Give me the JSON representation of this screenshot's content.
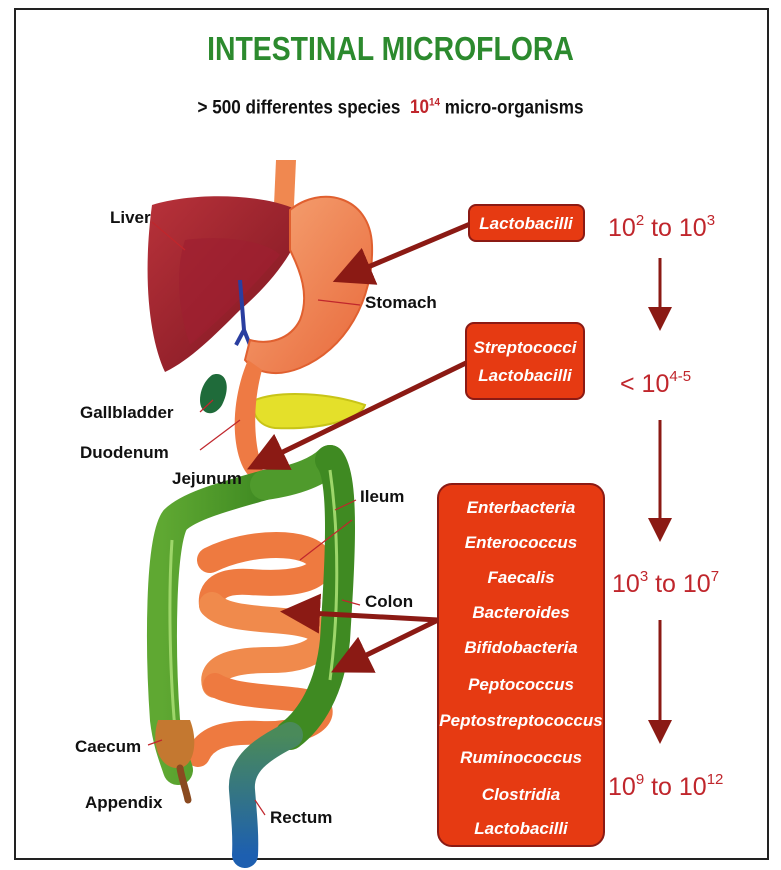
{
  "title": "INTESTINAL MICROFLORA",
  "subtitle": {
    "species": "> 500 differentes species",
    "count_base": "10",
    "count_exp": "14",
    "count_suffix": "micro-organisms"
  },
  "organs": {
    "liver": "Liver",
    "stomach": "Stomach",
    "gallbladder": "Gallbladder",
    "duodenum": "Duodenum",
    "jejunum": "Jejunum",
    "ileum": "Ileum",
    "colon": "Colon",
    "caecum": "Caecum",
    "appendix": "Appendix",
    "rectum": "Rectum"
  },
  "boxes": {
    "stomach": [
      "Lactobacilli"
    ],
    "jejunum": [
      "Streptococci",
      "Lactobacilli"
    ],
    "colon": [
      "Enterbacteria",
      "Enterococcus",
      "Faecalis",
      "Bacteroides",
      "Bifidobacteria",
      "Peptococcus",
      "Peptostreptococcus",
      "Ruminococcus",
      "Clostridia",
      "Lactobacilli"
    ]
  },
  "concentrations": {
    "c1": {
      "a": "10",
      "a_exp": "2",
      "mid": " to ",
      "b": "10",
      "b_exp": "3"
    },
    "c2": {
      "prefix": "< ",
      "a": "10",
      "a_exp": "4-5"
    },
    "c3": {
      "a": "10",
      "a_exp": "3",
      "mid": " to ",
      "b": "10",
      "b_exp": "7"
    },
    "c4": {
      "a": "10",
      "a_exp": "9",
      "mid": " to ",
      "b": "10",
      "b_exp": "12"
    }
  },
  "colors": {
    "title": "#2c8a2e",
    "box": "#e63a12",
    "arrow": "#8b1a14",
    "concentration": "#c0262c"
  }
}
